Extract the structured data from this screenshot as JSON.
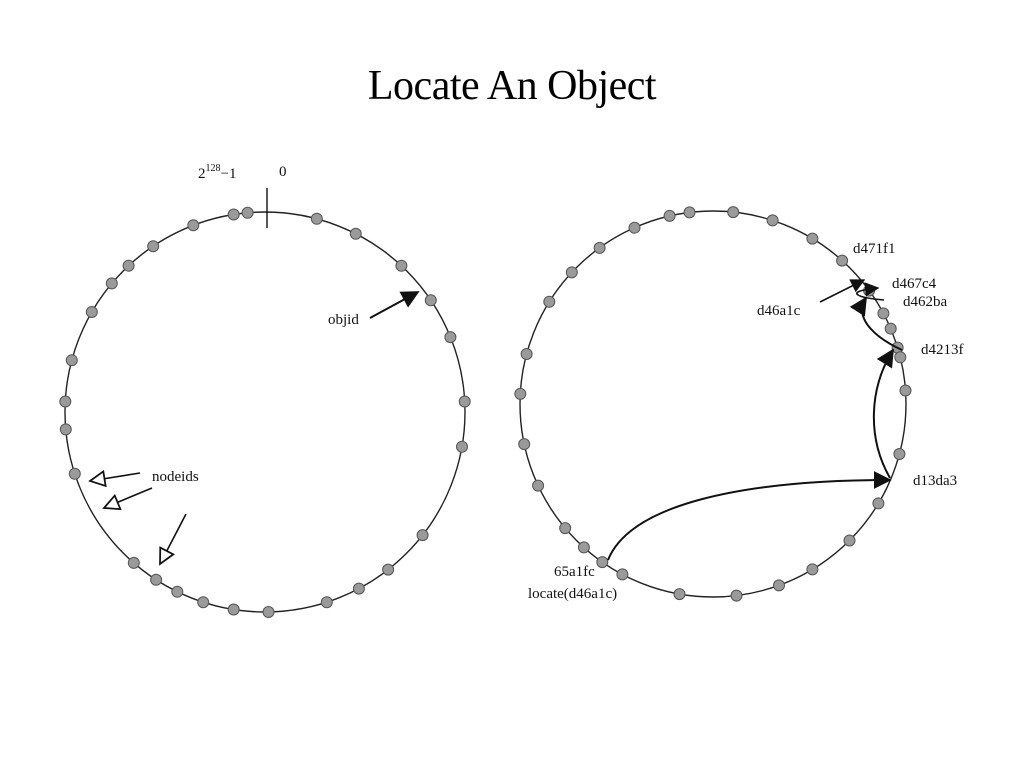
{
  "slide": {
    "title": "Locate An Object"
  },
  "left_diagram": {
    "top_label_high": "2",
    "top_label_exp": "128",
    "top_label_minus": "−1",
    "top_label_zero": "0",
    "objid_label": "objid",
    "nodeids_label": "nodeids"
  },
  "right_diagram": {
    "nodes": {
      "d471f1": "d471f1",
      "d467c4": "d467c4",
      "d462ba": "d462ba",
      "d4213f": "d4213f",
      "d13da3": "d13da3",
      "65a1fc": "65a1fc"
    },
    "key_label": "d46a1c",
    "locate_label": "locate(d46a1c)"
  }
}
